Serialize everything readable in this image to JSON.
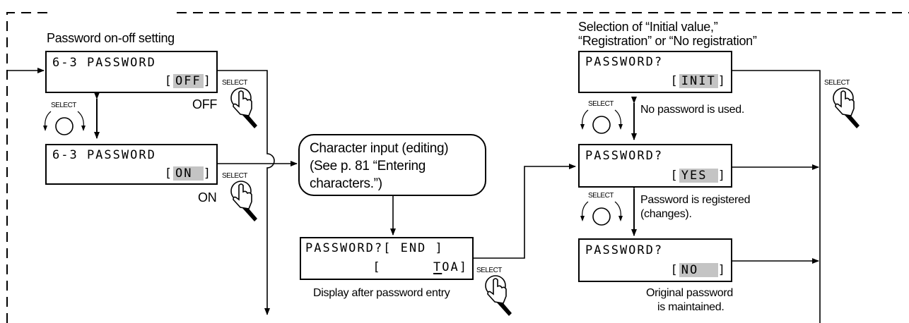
{
  "labels": {
    "onoff_title": "Password on-off setting",
    "selection_title_1": "Selection of “Initial value,”",
    "selection_title_2": "“Registration” or “No registration”",
    "off_state": "OFF",
    "on_state": "ON",
    "display_after_entry": "Display after password entry",
    "no_password": "No password is used.",
    "registered_1": "Password is registered",
    "registered_2": "(changes).",
    "original_1": "Original password",
    "original_2": "is maintained."
  },
  "bubble": {
    "line1": "Character input (editing)",
    "line2": "(See p. 81 “Entering",
    "line3": "characters.”)"
  },
  "lcd_off": {
    "line1": "6-3 PASSWORD",
    "open": "[",
    "value": "OFF",
    "close": "]"
  },
  "lcd_on": {
    "line1": "6-3 PASSWORD",
    "open": "[",
    "value": "ON ",
    "close": "]"
  },
  "lcd_entry": {
    "line1": "PASSWORD?[ END ]",
    "open": "[",
    "pad": "      ",
    "cursor": "T",
    "rest": "OA]"
  },
  "lcd_init": {
    "line1": "PASSWORD?",
    "open": "[",
    "value": "INIT",
    "close": "]"
  },
  "lcd_yes": {
    "line1": "PASSWORD?",
    "open": "[",
    "value": "YES ",
    "close": "]"
  },
  "lcd_no": {
    "line1": "PASSWORD?",
    "open": "[",
    "value": "NO  ",
    "close": "]"
  },
  "select_label": "SELECT",
  "icons": {
    "button": "select-button-icon",
    "finger": "pressing-finger-icon",
    "rotate": "rotate-select-icon"
  }
}
